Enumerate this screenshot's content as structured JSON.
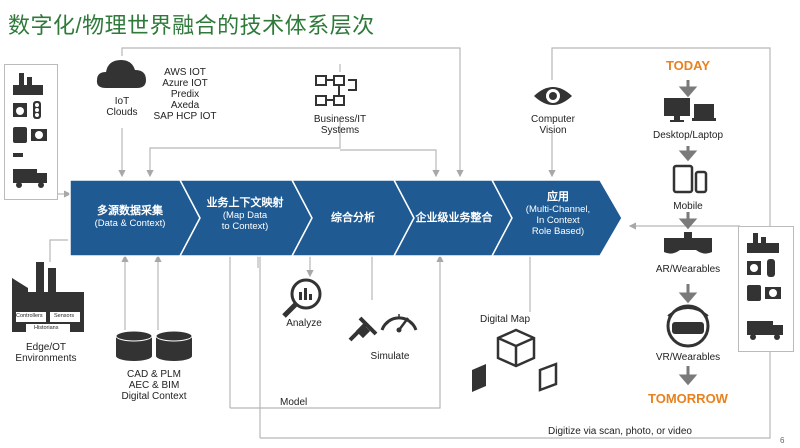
{
  "title": "数字化/物理世界融合的技术体系层次",
  "iot": {
    "cloud_label_line1": "IoT",
    "cloud_label_line2": "Clouds",
    "vendors": [
      "AWS IOT",
      "Azure IOT",
      "Predix",
      "Axeda",
      "SAP HCP IOT"
    ]
  },
  "business": {
    "line1": "Business/IT",
    "line2": "Systems"
  },
  "vision": {
    "line1": "Computer",
    "line2": "Vision"
  },
  "timeline": {
    "top": "TODAY",
    "bottom": "TOMORROW"
  },
  "devices": {
    "desktop": "Desktop/Laptop",
    "mobile": "Mobile",
    "ar": "AR/Wearables",
    "vr": "VR/Wearables"
  },
  "pipeline": {
    "step1_main": "多源数据采集",
    "step1_sub": "(Data & Context)",
    "step2_main": "业务上下文映射",
    "step2_sub1": "(Map Data",
    "step2_sub2": "to Context)",
    "step3_main": "综合分析",
    "step4_main": "企业级业务整合",
    "step5_main": "应用",
    "step5_sub1": "(Multi-Channel,",
    "step5_sub2": "In Context",
    "step5_sub3": "Role Based)"
  },
  "edge": {
    "controllers": "Controllers",
    "sensors": "Sensors",
    "historians": "Historians",
    "line1": "Edge/OT",
    "line2": "Environments"
  },
  "cad": {
    "line1": "CAD & PLM",
    "line2": "AEC & BIM",
    "line3": "Digital Context"
  },
  "analyze": "Analyze",
  "simulate": "Simulate",
  "digital_map": "Digital Map",
  "model": "Model",
  "digitize": "Digitize via scan, photo, or video",
  "page_number": "6",
  "colors": {
    "chevron": "#1f5a92",
    "title": "#2f7a3a",
    "accent": "#e8811e",
    "arrow": "#b5b5b5"
  }
}
